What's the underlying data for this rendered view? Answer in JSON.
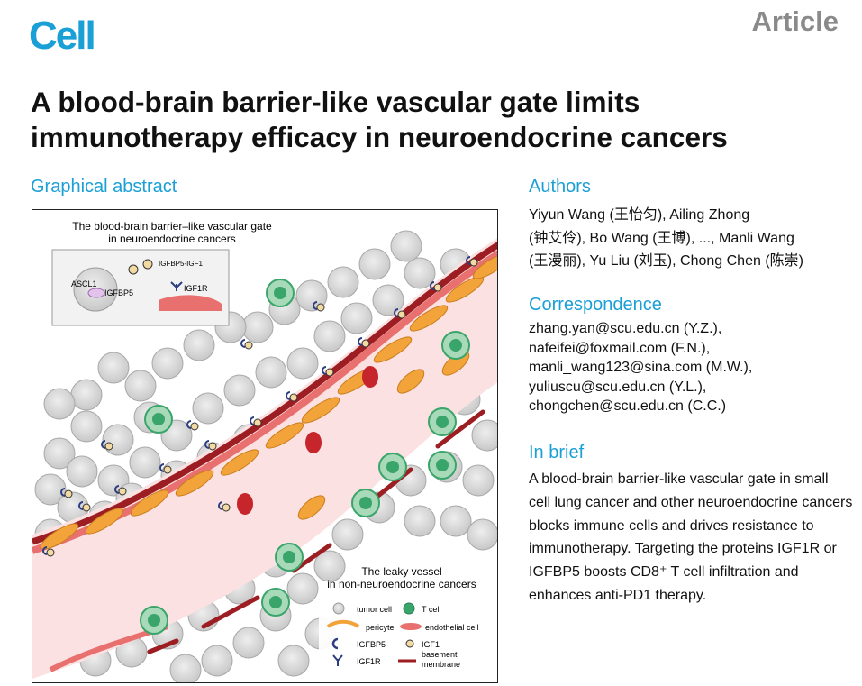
{
  "header": {
    "journal": "Cell",
    "article_type": "Article"
  },
  "title": "A blood-brain barrier-like vascular gate limits immunotherapy efficacy in neuroendocrine cancers",
  "graphical_abstract": {
    "heading": "Graphical abstract",
    "top_label_line1": "The blood-brain barrier–like vascular gate",
    "top_label_line2": "in neuroendocrine cancers",
    "inset_ascl1": "ASCL1",
    "inset_igfbp5": "IGFBP5",
    "inset_complex": "IGFBP5-IGF1",
    "inset_igf1r": "IGF1R",
    "bottom_label_line1": "The leaky vessel",
    "bottom_label_line2": "in non-neuroendocrine cancers",
    "legend": {
      "tumor_cell": "tumor cell",
      "t_cell": "T cell",
      "pericyte": "pericyte",
      "endothelial_cell": "endothelial cell",
      "igfbp5": "IGFBP5",
      "igf1": "IGF1",
      "igf1r": "IGF1R",
      "basement_line1": "basement",
      "basement_line2": "membrane"
    },
    "colors": {
      "tumor": "#d9d9d9",
      "t_cell": "#3aa56a",
      "pericyte": "#f2a33a",
      "endothelial": "#e8706f",
      "membrane": "#9c1d22",
      "vessel_lumen": "#fbe1e1",
      "rbc": "#c5252b"
    }
  },
  "authors": {
    "heading": "Authors",
    "line1": "Yiyun Wang (王怡匀), Ailing Zhong",
    "line2": "(钟艾伶), Bo Wang (王博), ..., Manli Wang",
    "line3": "(王漫丽), Yu Liu (刘玉), Chong Chen (陈崇)"
  },
  "correspondence": {
    "heading": "Correspondence",
    "emails": [
      "zhang.yan@scu.edu.cn (Y.Z.),",
      "nafeifei@foxmail.com (F.N.),",
      "manli_wang123@sina.com (M.W.),",
      "yuliuscu@scu.edu.cn (Y.L.),",
      "chongchen@scu.edu.cn (C.C.)"
    ]
  },
  "in_brief": {
    "heading": "In brief",
    "text": "A blood-brain barrier-like vascular gate in small cell lung cancer and other neuroendocrine cancers blocks immune cells and drives resistance to immunotherapy. Targeting the proteins IGF1R or IGFBP5 boosts CD8⁺ T cell infiltration and enhances anti-PD1 therapy."
  }
}
